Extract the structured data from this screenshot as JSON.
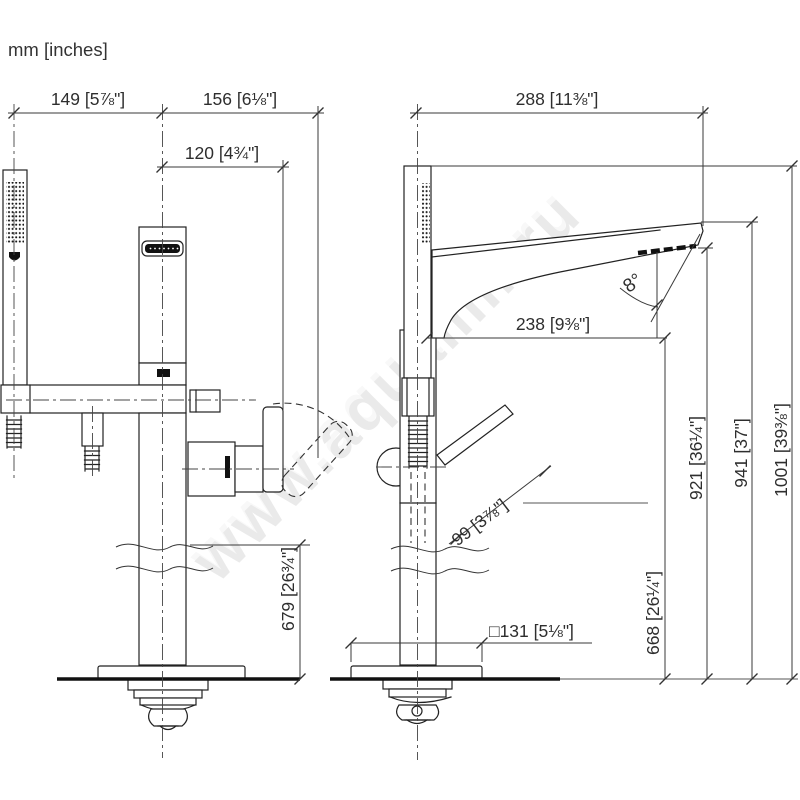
{
  "drawing": {
    "units_label": "mm [inches]",
    "watermark": "www.aquamir.ru"
  },
  "dims": {
    "d149": "149 [5⅞\"]",
    "d156": "156 [6⅛\"]",
    "d120": "120 [4¾\"]",
    "d288": "288 [11⅜\"]",
    "d238": "238 [9⅜\"]",
    "d99": "99 [3⅞\"]",
    "d921": "921 [36¼\"]",
    "d941": "941 [37\"]",
    "d1001": "1001 [39⅜\"]",
    "d679": "679 [26¾\"]",
    "d668": "668 [26¼\"]",
    "d131": "□131 [5⅛\"]",
    "a8": "8°"
  }
}
